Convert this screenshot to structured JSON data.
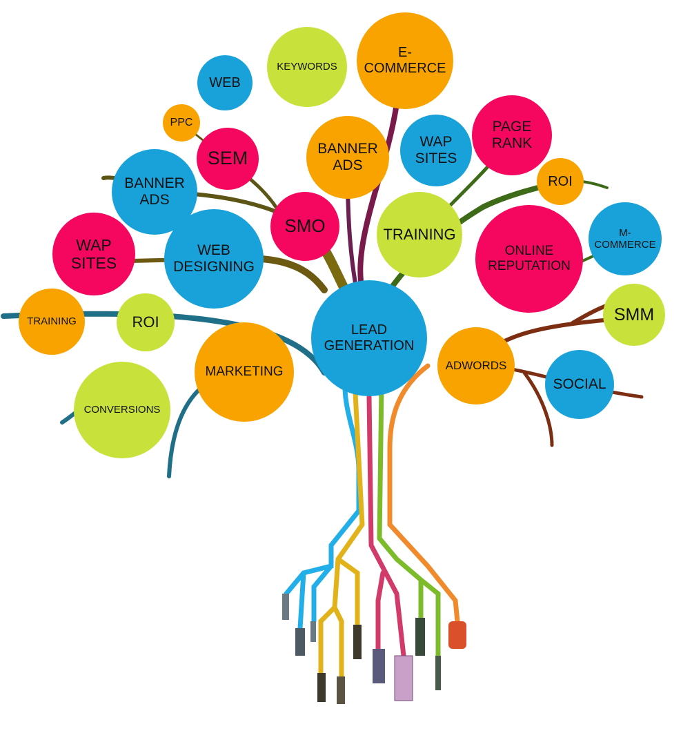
{
  "colors": {
    "blue": "#18a2d9",
    "orange": "#f9a300",
    "pink": "#f5075f",
    "lime": "#c9e23b"
  },
  "nodes": {
    "keywords": "KEYWORDS",
    "ecommerce": "E-\nCOMMERCE",
    "web": "WEB",
    "ppc": "PPC",
    "sem": "SEM",
    "banner_ads_left": "BANNER\nADS",
    "banner_ads_mid": "BANNER\nADS",
    "wap_sites_top": "WAP\nSITES",
    "page_rank": "PAGE\nRANK",
    "roi_right": "ROI",
    "smo": "SMO",
    "training_mid": "TRAINING",
    "online_reputation": "ONLINE\nREPUTATION",
    "mcommerce": "M-\nCOMMERCE",
    "wap_sites_left": "WAP\nSITES",
    "web_designing": "WEB\nDESIGNING",
    "training_left": "TRAINING",
    "roi_left": "ROI",
    "lead_generation": "LEAD\nGENERATION",
    "smm": "SMM",
    "adwords": "ADWORDS",
    "social": "SOCIAL",
    "marketing": "MARKETING",
    "conversions": "CONVERSIONS"
  }
}
